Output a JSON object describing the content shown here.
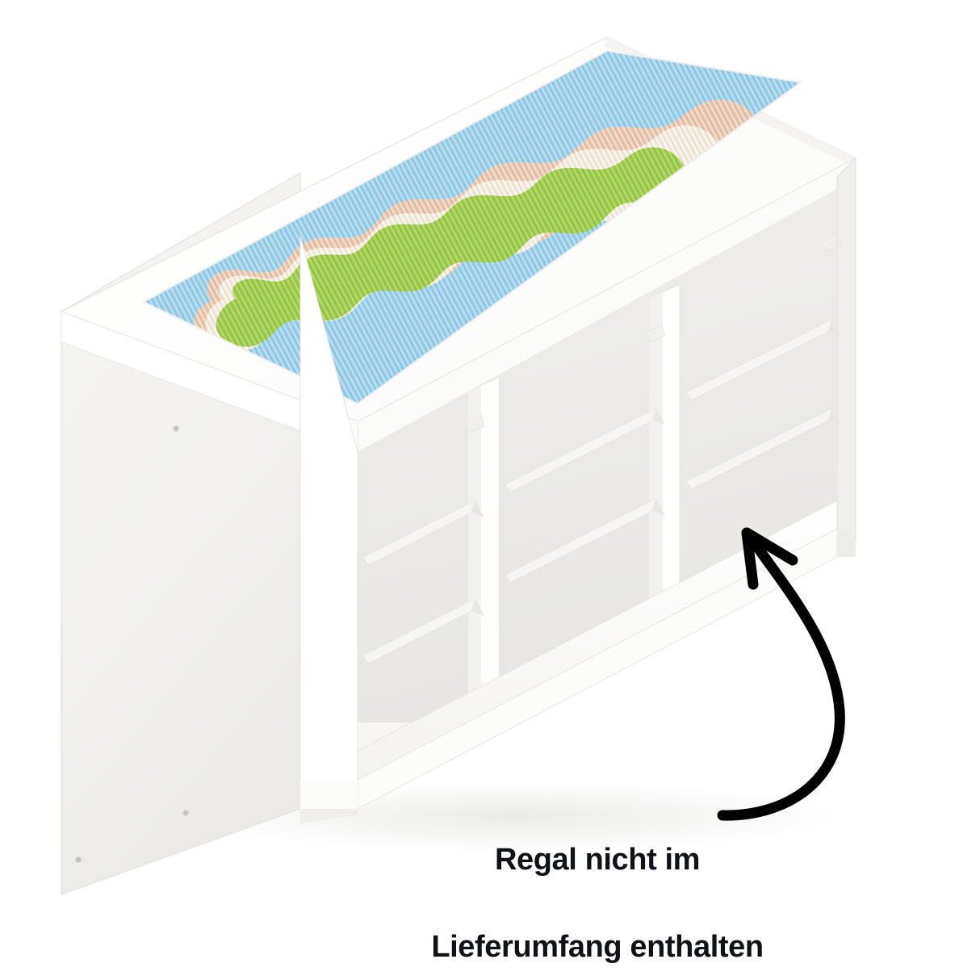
{
  "image": {
    "kind": "product-photo-render",
    "subject": "white three-compartment children's storage shelf with decorative play mat on top surface",
    "background_color": "#ffffff",
    "view": "isometric / three-quarter from above-left"
  },
  "annotation": {
    "callout_text_line1": "Regal nicht im",
    "callout_text_line2": "Lieferumfang enthalten",
    "callout_full_text": "Regal nicht im Lieferumfang enthalten",
    "text_color": "#111217",
    "arrow": {
      "name": "curved-arrow-pointing-to-shelf",
      "color": "#000000",
      "style": "hand-drawn curved arrow, curving right then up-left",
      "points_at": "bottom-right shelf compartment base"
    }
  },
  "furniture": {
    "label": "storage-shelf-unit",
    "body_color": "#ffffff",
    "shade_top": "#ffffff",
    "shade_left_panel": "#f3f2f0",
    "shade_inner": "#efeeec",
    "shade_inner_dark": "#e7e6e3",
    "edge_line": "#e2e1de",
    "compartment_count": 3,
    "rails_per_compartment": 2,
    "dowel_hole_color": "#b9b8b4"
  },
  "play_mat": {
    "label": "island-play-mat",
    "texture": "ribbed corduroy diagonal stripes",
    "regions": [
      {
        "name": "water",
        "color": "#8cc7e3",
        "color_light": "#b6dcee"
      },
      {
        "name": "sand-beach",
        "color": "#e5c3ab",
        "color_light": "#f0dccb"
      },
      {
        "name": "shore-cream",
        "color": "#f2ecdf",
        "color_light": "#faf6ee"
      },
      {
        "name": "land-grass",
        "color": "#9dc84b",
        "color_light": "#b7d872"
      }
    ],
    "border_color": "#ffffff"
  },
  "chart_data": null
}
